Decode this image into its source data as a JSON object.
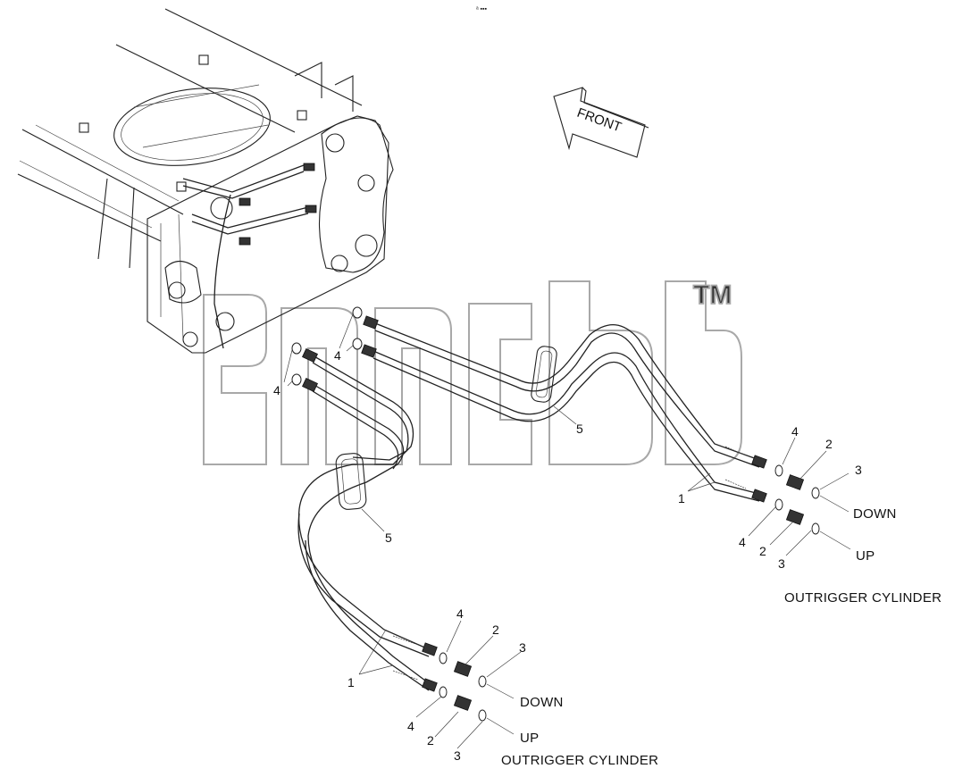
{
  "watermark": {
    "text": "TM"
  },
  "front_arrow": {
    "label": "FRONT"
  },
  "callouts": {
    "hose": "1",
    "adapter": "2",
    "seal_outer": "3",
    "o_ring": "4",
    "clamp": "5"
  },
  "lines": {
    "down": "DOWN",
    "up": "UP"
  },
  "group_label": "OUTRIGGER CYLINDER",
  "header_mark": "ᵃₙ •••"
}
